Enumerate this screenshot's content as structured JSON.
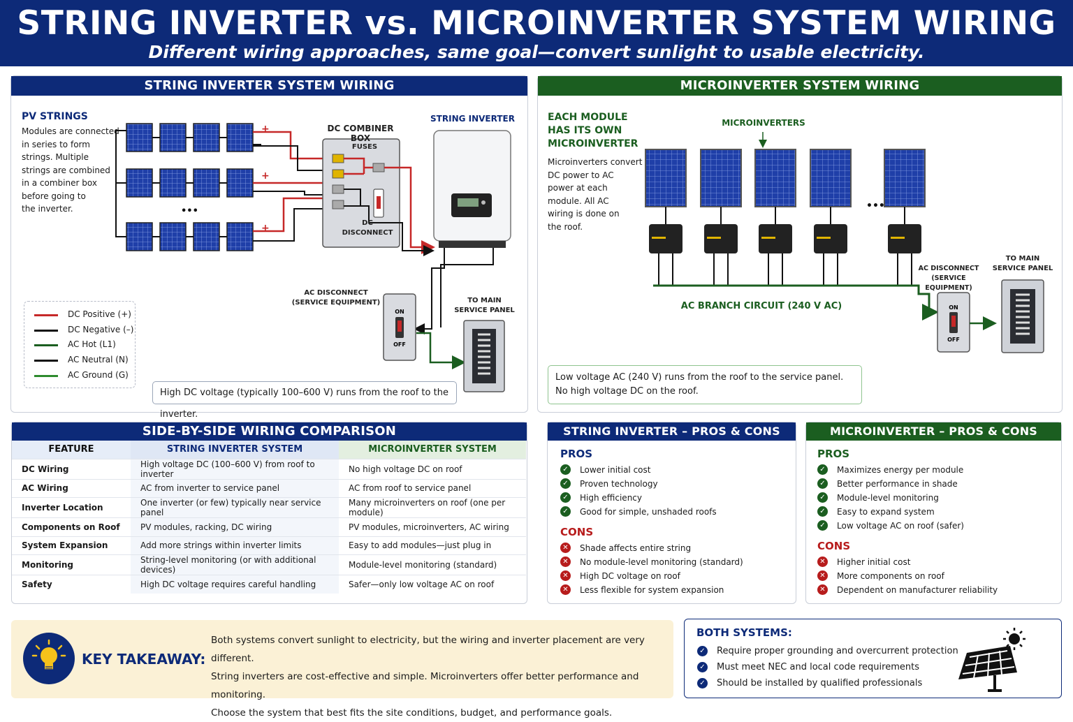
{
  "header": {
    "title": "STRING INVERTER vs. MICROINVERTER SYSTEM WIRING",
    "subtitle": "Different wiring approaches, same goal—convert sunlight to usable electricity."
  },
  "string_panel": {
    "title": "STRING INVERTER SYSTEM WIRING",
    "pv_heading": "PV STRINGS",
    "pv_text": [
      "Modules are connected",
      "in series to form",
      "strings. Multiple",
      "strings are combined",
      "in a combiner box",
      "before going to",
      "the inverter."
    ],
    "combiner_label": "DC COMBINER BOX",
    "fuses_label": "FUSES",
    "dc_disconnect_label": [
      "DC",
      "DISCONNECT"
    ],
    "inverter_label": "STRING INVERTER",
    "ac_disconnect_label": [
      "AC DISCONNECT",
      "(SERVICE EQUIPMENT)"
    ],
    "service_panel_label": [
      "TO MAIN",
      "SERVICE PANEL"
    ],
    "switch_on": "ON",
    "switch_off": "OFF",
    "plus": "+",
    "ellipsis": "•••",
    "note": "High DC voltage (typically 100–600 V) runs from the roof to the inverter."
  },
  "legend": [
    {
      "label": "DC Positive (+)",
      "color": "#c62828"
    },
    {
      "label": "DC Negative (–)",
      "color": "#111111"
    },
    {
      "label": "AC Hot (L1)",
      "color": "#1b5e20"
    },
    {
      "label": "AC Neutral (N)",
      "color": "#111111"
    },
    {
      "label": "AC Ground (G)",
      "color": "#2e8b2e"
    }
  ],
  "micro_panel": {
    "title": "MICROINVERTER SYSTEM WIRING",
    "heading": [
      "EACH MODULE",
      "HAS ITS OWN",
      "MICROINVERTER"
    ],
    "text": [
      "Microinverters convert",
      "DC power to AC",
      "power at each",
      "module. All AC",
      "wiring is done on",
      "the roof."
    ],
    "micro_label": "MICROINVERTERS",
    "branch_label": "AC BRANCH CIRCUIT (240 V AC)",
    "ac_disconnect_label": [
      "AC DISCONNECT",
      "(SERVICE EQUIPMENT)"
    ],
    "service_panel_label": [
      "TO MAIN",
      "SERVICE PANEL"
    ],
    "switch_on": "ON",
    "switch_off": "OFF",
    "ellipsis": "•••",
    "note": [
      "Low voltage AC (240 V) runs from the roof to the service panel.",
      "No high voltage DC on the roof."
    ]
  },
  "comparison": {
    "title": "SIDE-BY-SIDE WIRING COMPARISON",
    "headers": [
      "FEATURE",
      "STRING INVERTER SYSTEM",
      "MICROINVERTER SYSTEM"
    ],
    "rows": [
      [
        "DC Wiring",
        "High voltage DC (100–600 V) from roof to inverter",
        "No high voltage DC on roof"
      ],
      [
        "AC Wiring",
        "AC from inverter to service panel",
        "AC from roof to service panel"
      ],
      [
        "Inverter Location",
        "One inverter (or few) typically near service panel",
        "Many microinverters on roof (one per module)"
      ],
      [
        "Components on Roof",
        "PV modules, racking, DC wiring",
        "PV modules, microinverters, AC wiring"
      ],
      [
        "System Expansion",
        "Add more strings within inverter limits",
        "Easy to add modules—just plug in"
      ],
      [
        "Monitoring",
        "String-level monitoring (or with additional devices)",
        "Module-level monitoring (standard)"
      ],
      [
        "Safety",
        "High DC voltage requires careful handling",
        "Safer—only low voltage AC on roof"
      ]
    ]
  },
  "string_pros_cons": {
    "title": "STRING INVERTER – PROS & CONS",
    "pros_label": "PROS",
    "pros": [
      "Lower initial cost",
      "Proven technology",
      "High efficiency",
      "Good for simple, unshaded roofs"
    ],
    "cons_label": "CONS",
    "cons": [
      "Shade affects entire string",
      "No module-level monitoring (standard)",
      "High DC voltage on roof",
      "Less flexible for system expansion"
    ]
  },
  "micro_pros_cons": {
    "title": "MICROINVERTER – PROS & CONS",
    "pros_label": "PROS",
    "pros": [
      "Maximizes energy per module",
      "Better performance in shade",
      "Module-level monitoring",
      "Easy to expand system",
      "Low voltage AC on roof (safer)"
    ],
    "cons_label": "CONS",
    "cons": [
      "Higher initial cost",
      "More components on roof",
      "Dependent on manufacturer reliability"
    ]
  },
  "takeaway": {
    "label": "KEY TAKEAWAY:",
    "lines": [
      "Both systems convert sunlight to electricity, but the wiring and inverter placement are very different.",
      "String inverters are cost-effective and simple.  Microinverters offer better performance and monitoring.",
      "Choose the system that best fits the site conditions, budget, and performance goals."
    ]
  },
  "both": {
    "title": "BOTH SYSTEMS:",
    "items": [
      "Require proper grounding and overcurrent protection",
      "Must meet NEC and local code requirements",
      "Should be installed by qualified professionals"
    ]
  },
  "colors": {
    "navy": "#0d2a78",
    "green": "#1b5e20",
    "dc_red": "#c62828",
    "panel_blue": "#1f3fa8"
  }
}
